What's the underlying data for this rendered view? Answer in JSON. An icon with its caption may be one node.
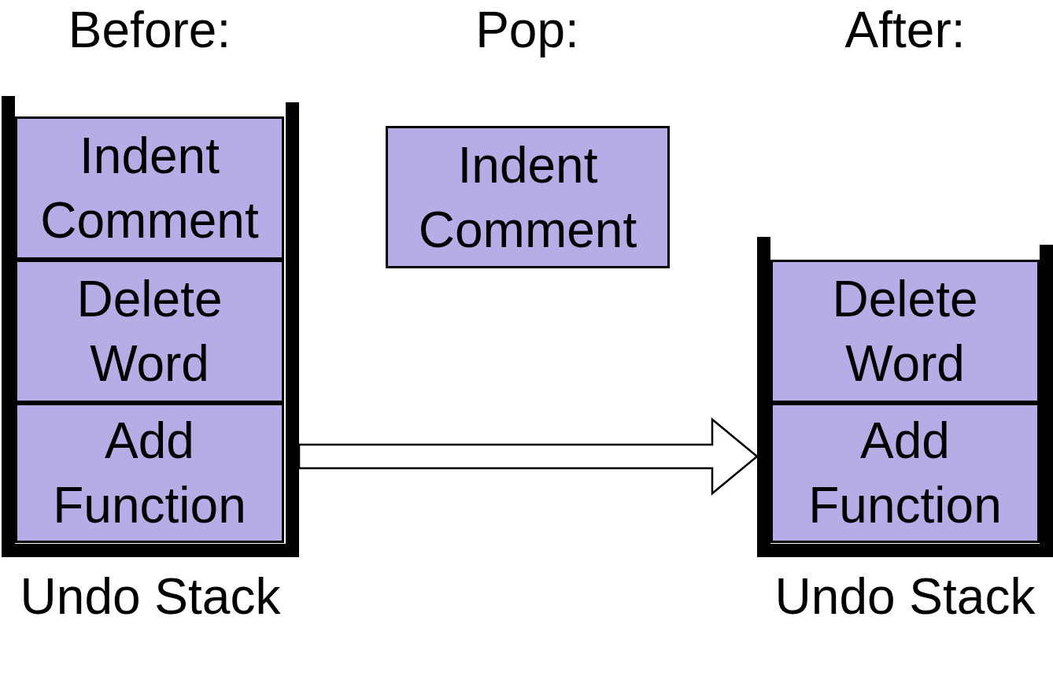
{
  "diagram": {
    "nodes": [
      {
        "text": [
          "Undo Stack"
        ]
      },
      {
        "text": [
          "Indent Comment"
        ],
        "in": 0
      },
      {
        "text": [
          "Delete Word"
        ],
        "in": 0
      },
      {
        "text": [
          "Add Function"
        ],
        "in": 0
      },
      {
        "text": [
          "Indent Comment"
        ]
      },
      {
        "text": [
          "Undo Stack"
        ]
      },
      {
        "text": [
          "Delete Word"
        ],
        "in": 5
      },
      {
        "text": [
          "Add Function"
        ],
        "in": 5
      }
    ],
    "edges": [
      {
        "from": 0,
        "to": 5,
        "arrow": "to"
      }
    ],
    "labels": [
      "Before:",
      "Pop:",
      "After:"
    ]
  }
}
